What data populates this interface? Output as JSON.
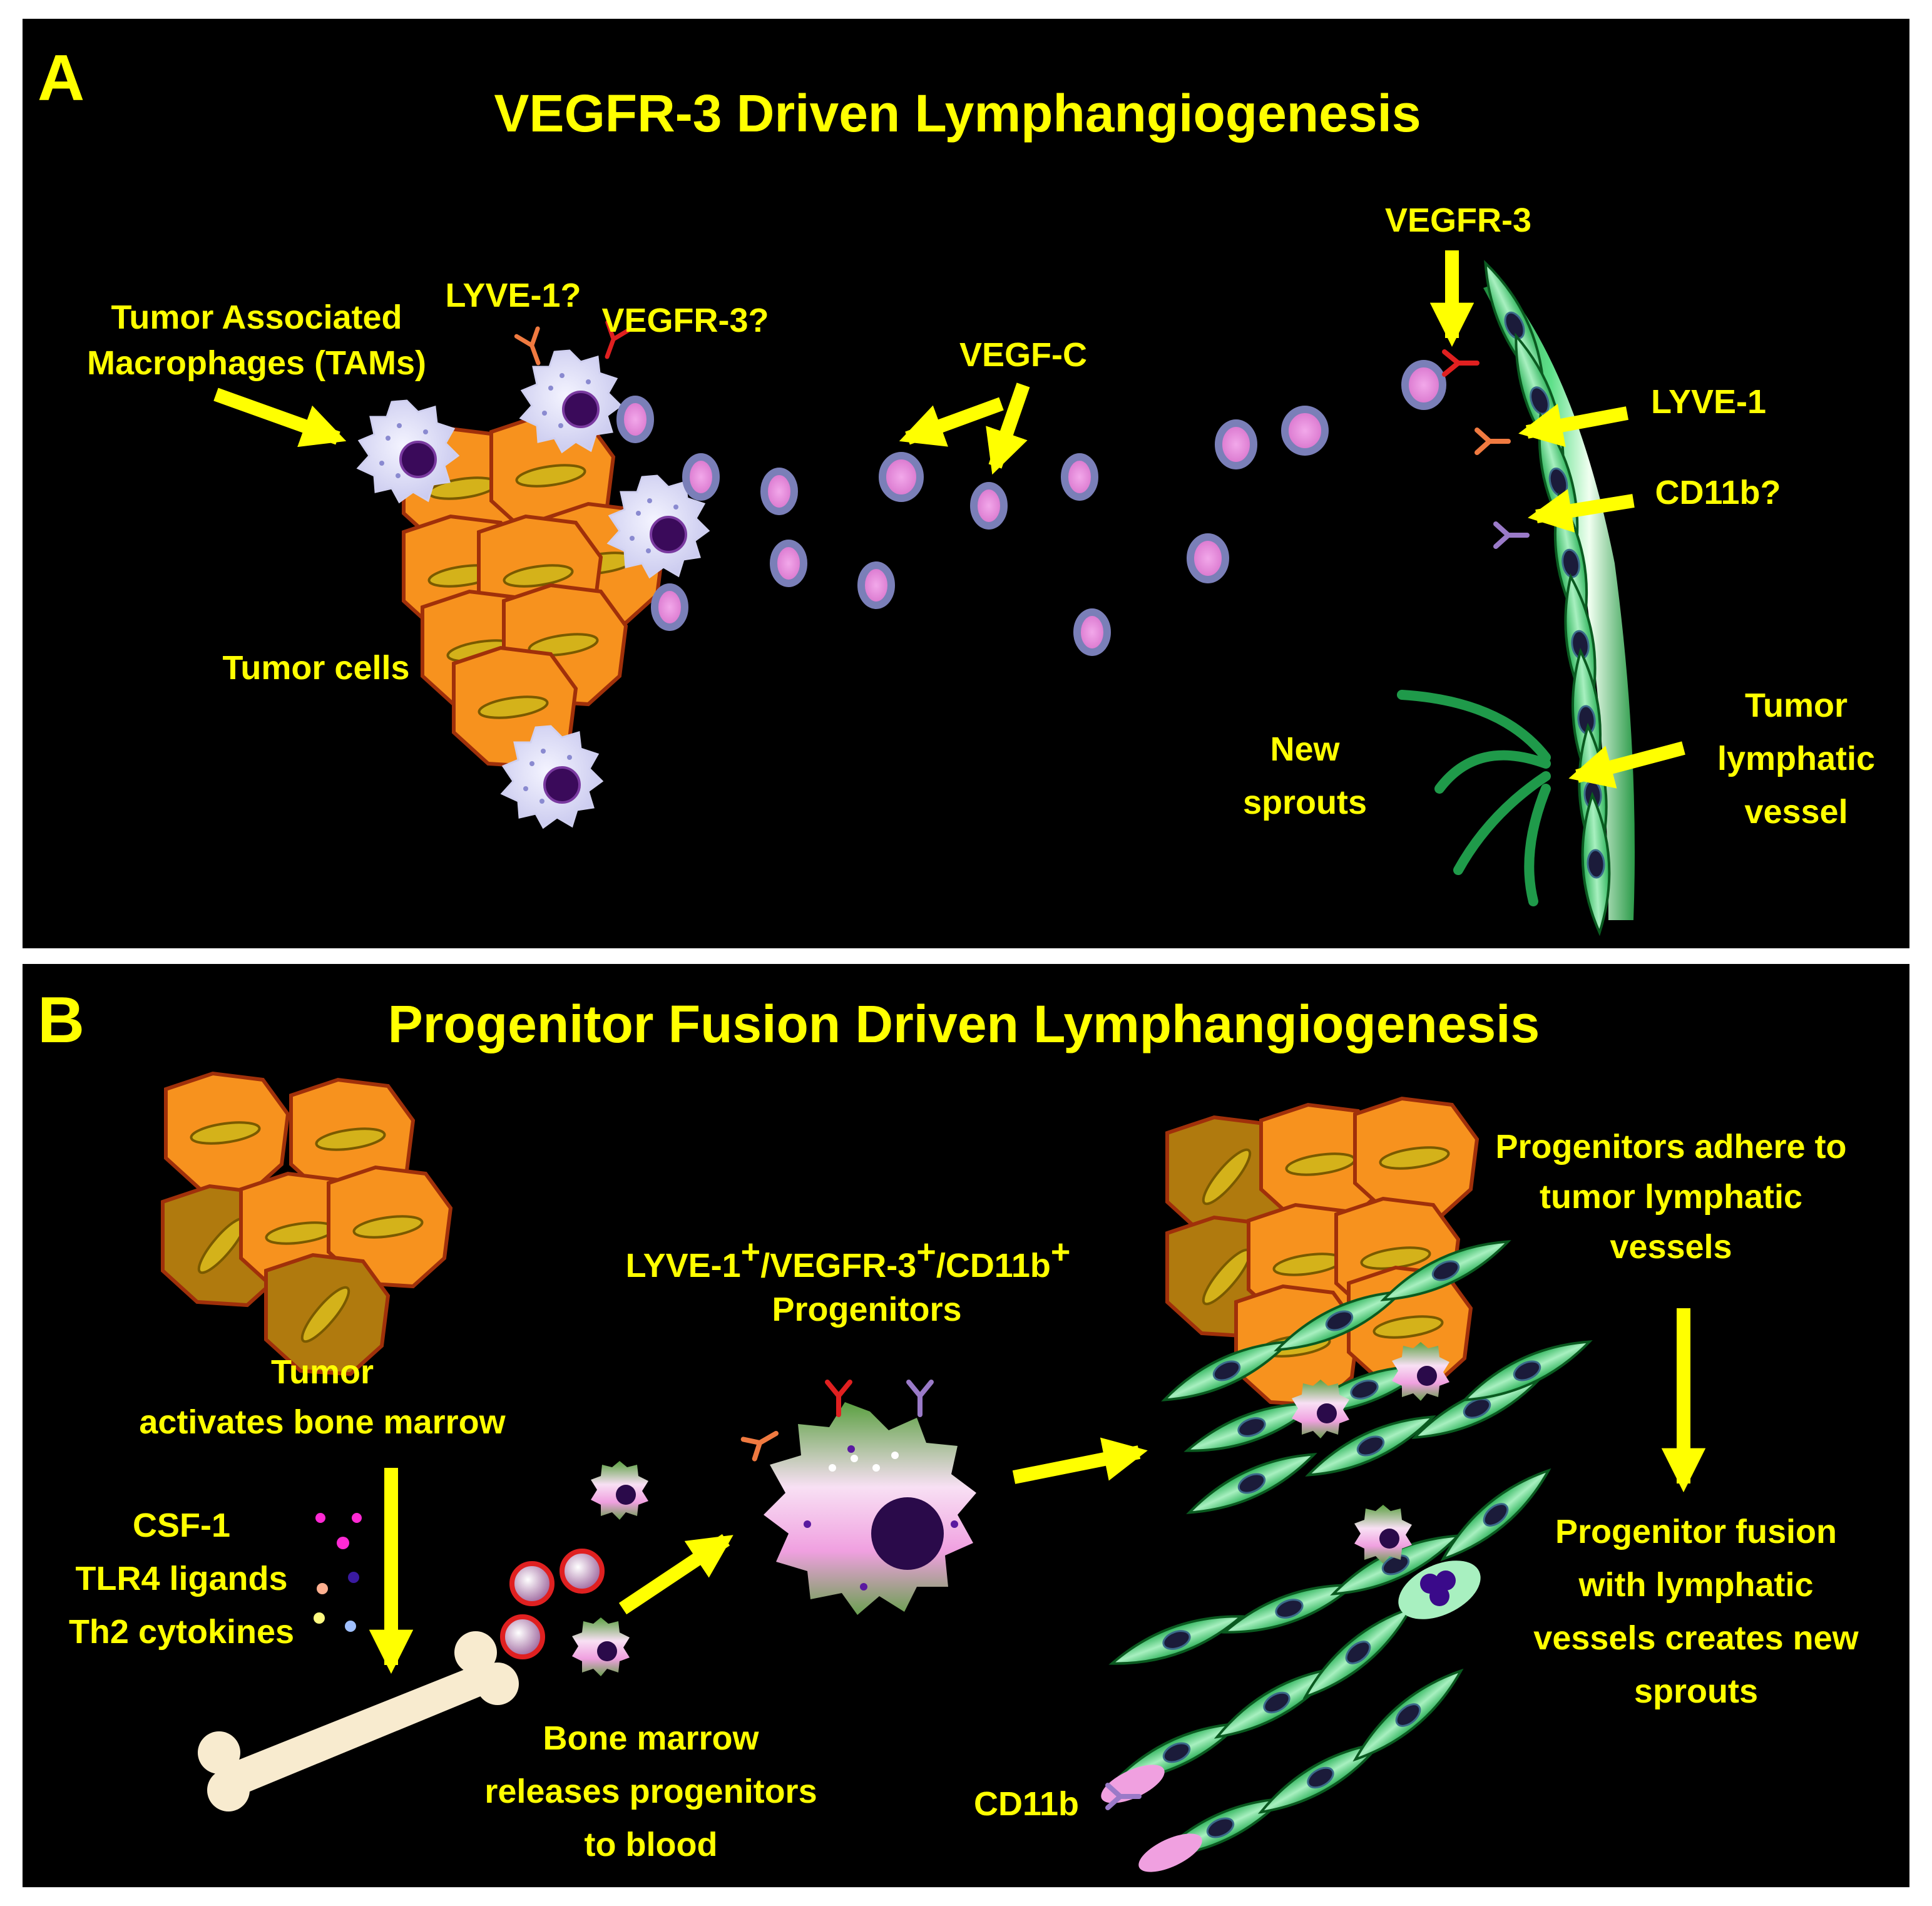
{
  "panel_a": {
    "letter": "A",
    "title": "VEGFR-3 Driven Lymphangiogenesis",
    "labels": {
      "tams_line1": "Tumor Associated",
      "tams_line2": "Macrophages (TAMs)",
      "lyve1_q": "LYVE-1?",
      "vegfr3_q": "VEGFR-3?",
      "vegfc": "VEGF-C",
      "tumor_cells": "Tumor cells",
      "vegfr3": "VEGFR-3",
      "lyve1": "LYVE-1",
      "cd11b_q": "CD11b?",
      "new_sprouts_line1": "New",
      "new_sprouts_line2": "sprouts",
      "vessel_line1": "Tumor",
      "vessel_line2": "lymphatic",
      "vessel_line3": "vessel"
    }
  },
  "panel_b": {
    "letter": "B",
    "title": "Progenitor Fusion Driven Lymphangiogenesis",
    "labels": {
      "tumor_line1": "Tumor",
      "tumor_line2": "activates bone marrow",
      "csf1": "CSF-1",
      "tlr4": "TLR4 ligands",
      "th2": "Th2 cytokines",
      "progenitors_base1": "LYVE-1",
      "progenitors_sep1": "/VEGFR-3",
      "progenitors_sep2": "/CD11b",
      "progenitors_sup": "+",
      "progenitors_line2": "Progenitors",
      "bone_line1": "Bone marrow",
      "bone_line2": "releases progenitors",
      "bone_line3": "to blood",
      "adhere_line1": "Progenitors adhere to",
      "adhere_line2": "tumor lymphatic",
      "adhere_line3": "vessels",
      "fusion_line1": "Progenitor fusion",
      "fusion_line2": "with lymphatic",
      "fusion_line3": "vessels creates new",
      "fusion_line4": "sprouts",
      "cd11b": "CD11b"
    }
  },
  "colors": {
    "background": "#000000",
    "text": "#ffff00",
    "arrow": "#ffff00",
    "tumor_cell": "#f7921e",
    "tumor_outline": "#a0300a",
    "vegfc_fill": "#e58bd8",
    "vegfc_ring": "#7a7fb8",
    "lymphatic": "#2fd07a",
    "nucleus": "#1b1b3a",
    "receptor_red": "#e02020",
    "receptor_orange": "#f07a40",
    "receptor_purple": "#9a7ac8"
  }
}
